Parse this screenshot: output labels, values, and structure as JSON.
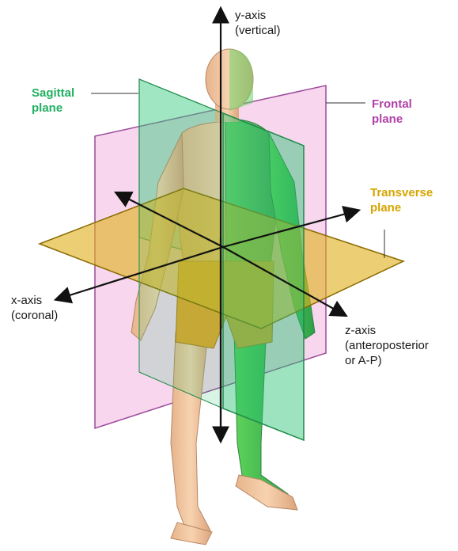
{
  "labels": {
    "y_axis": {
      "line1": "y-axis",
      "line2": "(vertical)"
    },
    "sagittal": {
      "line1": "Sagittal",
      "line2": "plane"
    },
    "frontal": {
      "line1": "Frontal",
      "line2": "plane"
    },
    "transverse": {
      "line1": "Transverse",
      "line2": "plane"
    },
    "x_axis": {
      "line1": "x-axis",
      "line2": "(coronal)"
    },
    "z_axis": {
      "line1": "z-axis",
      "line2": "(anteroposterior",
      "line3": "or A-P)"
    }
  },
  "colors": {
    "sagittal": "#20b060",
    "frontal": "#b040a8",
    "transverse": "#d6a400",
    "skin": "#f2c29a",
    "shorts": "#e8a52a",
    "axis": "#111111"
  }
}
